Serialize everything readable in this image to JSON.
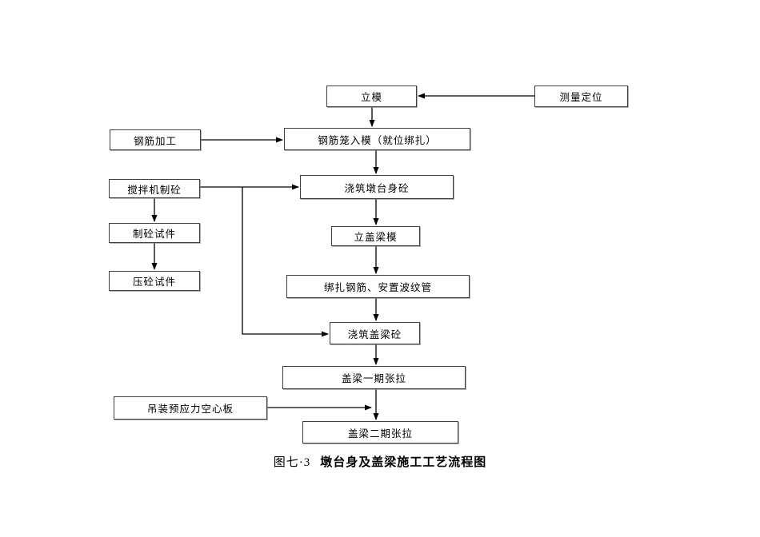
{
  "caption": {
    "prefix": "图七·3",
    "title": "墩台身及盖梁施工工艺流程图"
  },
  "nodes": {
    "erect_pier_form": "立模",
    "survey_positioning": "测量定位",
    "rebar_processing": "钢筋加工",
    "cage_into_form": "钢筋笼入模（就位绑扎）",
    "mixer_concrete": "搅拌机制砼",
    "pour_pier_concrete": "浇筑墩台身砼",
    "make_concrete_specimen": "制砼试件",
    "erect_cap_beam_form": "立盖梁模",
    "press_concrete_specimen": "压砼试件",
    "tie_rebar_place_duct": "绑扎钢筋、安置波纹管",
    "pour_cap_concrete": "浇筑盖梁砼",
    "cap_stage1_tension": "盖梁一期张拉",
    "hoist_prestressed_slab": "吊装预应力空心板",
    "cap_stage2_tension": "盖梁二期张拉"
  },
  "colors": {
    "background": "#ffffff",
    "box_border": "#3f3f3f",
    "connector_line": "#000000",
    "text": "#000000"
  }
}
